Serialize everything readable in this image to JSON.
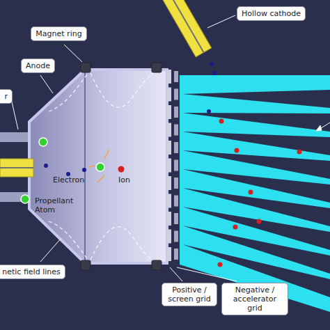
{
  "diagram": {
    "nodes": [
      {
        "text": [
          "Magnet ring"
        ]
      },
      {
        "text": [
          "Hollow cathode"
        ]
      },
      {
        "text": [
          "Anode"
        ]
      },
      {
        "text": [
          "r"
        ]
      },
      {
        "text": [
          "netic field lines"
        ]
      },
      {
        "text": [
          "Positive / screen grid"
        ]
      },
      {
        "text": [
          "Negative / accelerator grid"
        ]
      }
    ],
    "labels": [
      "Electron",
      "Ion",
      "Propellant Atom"
    ]
  }
}
